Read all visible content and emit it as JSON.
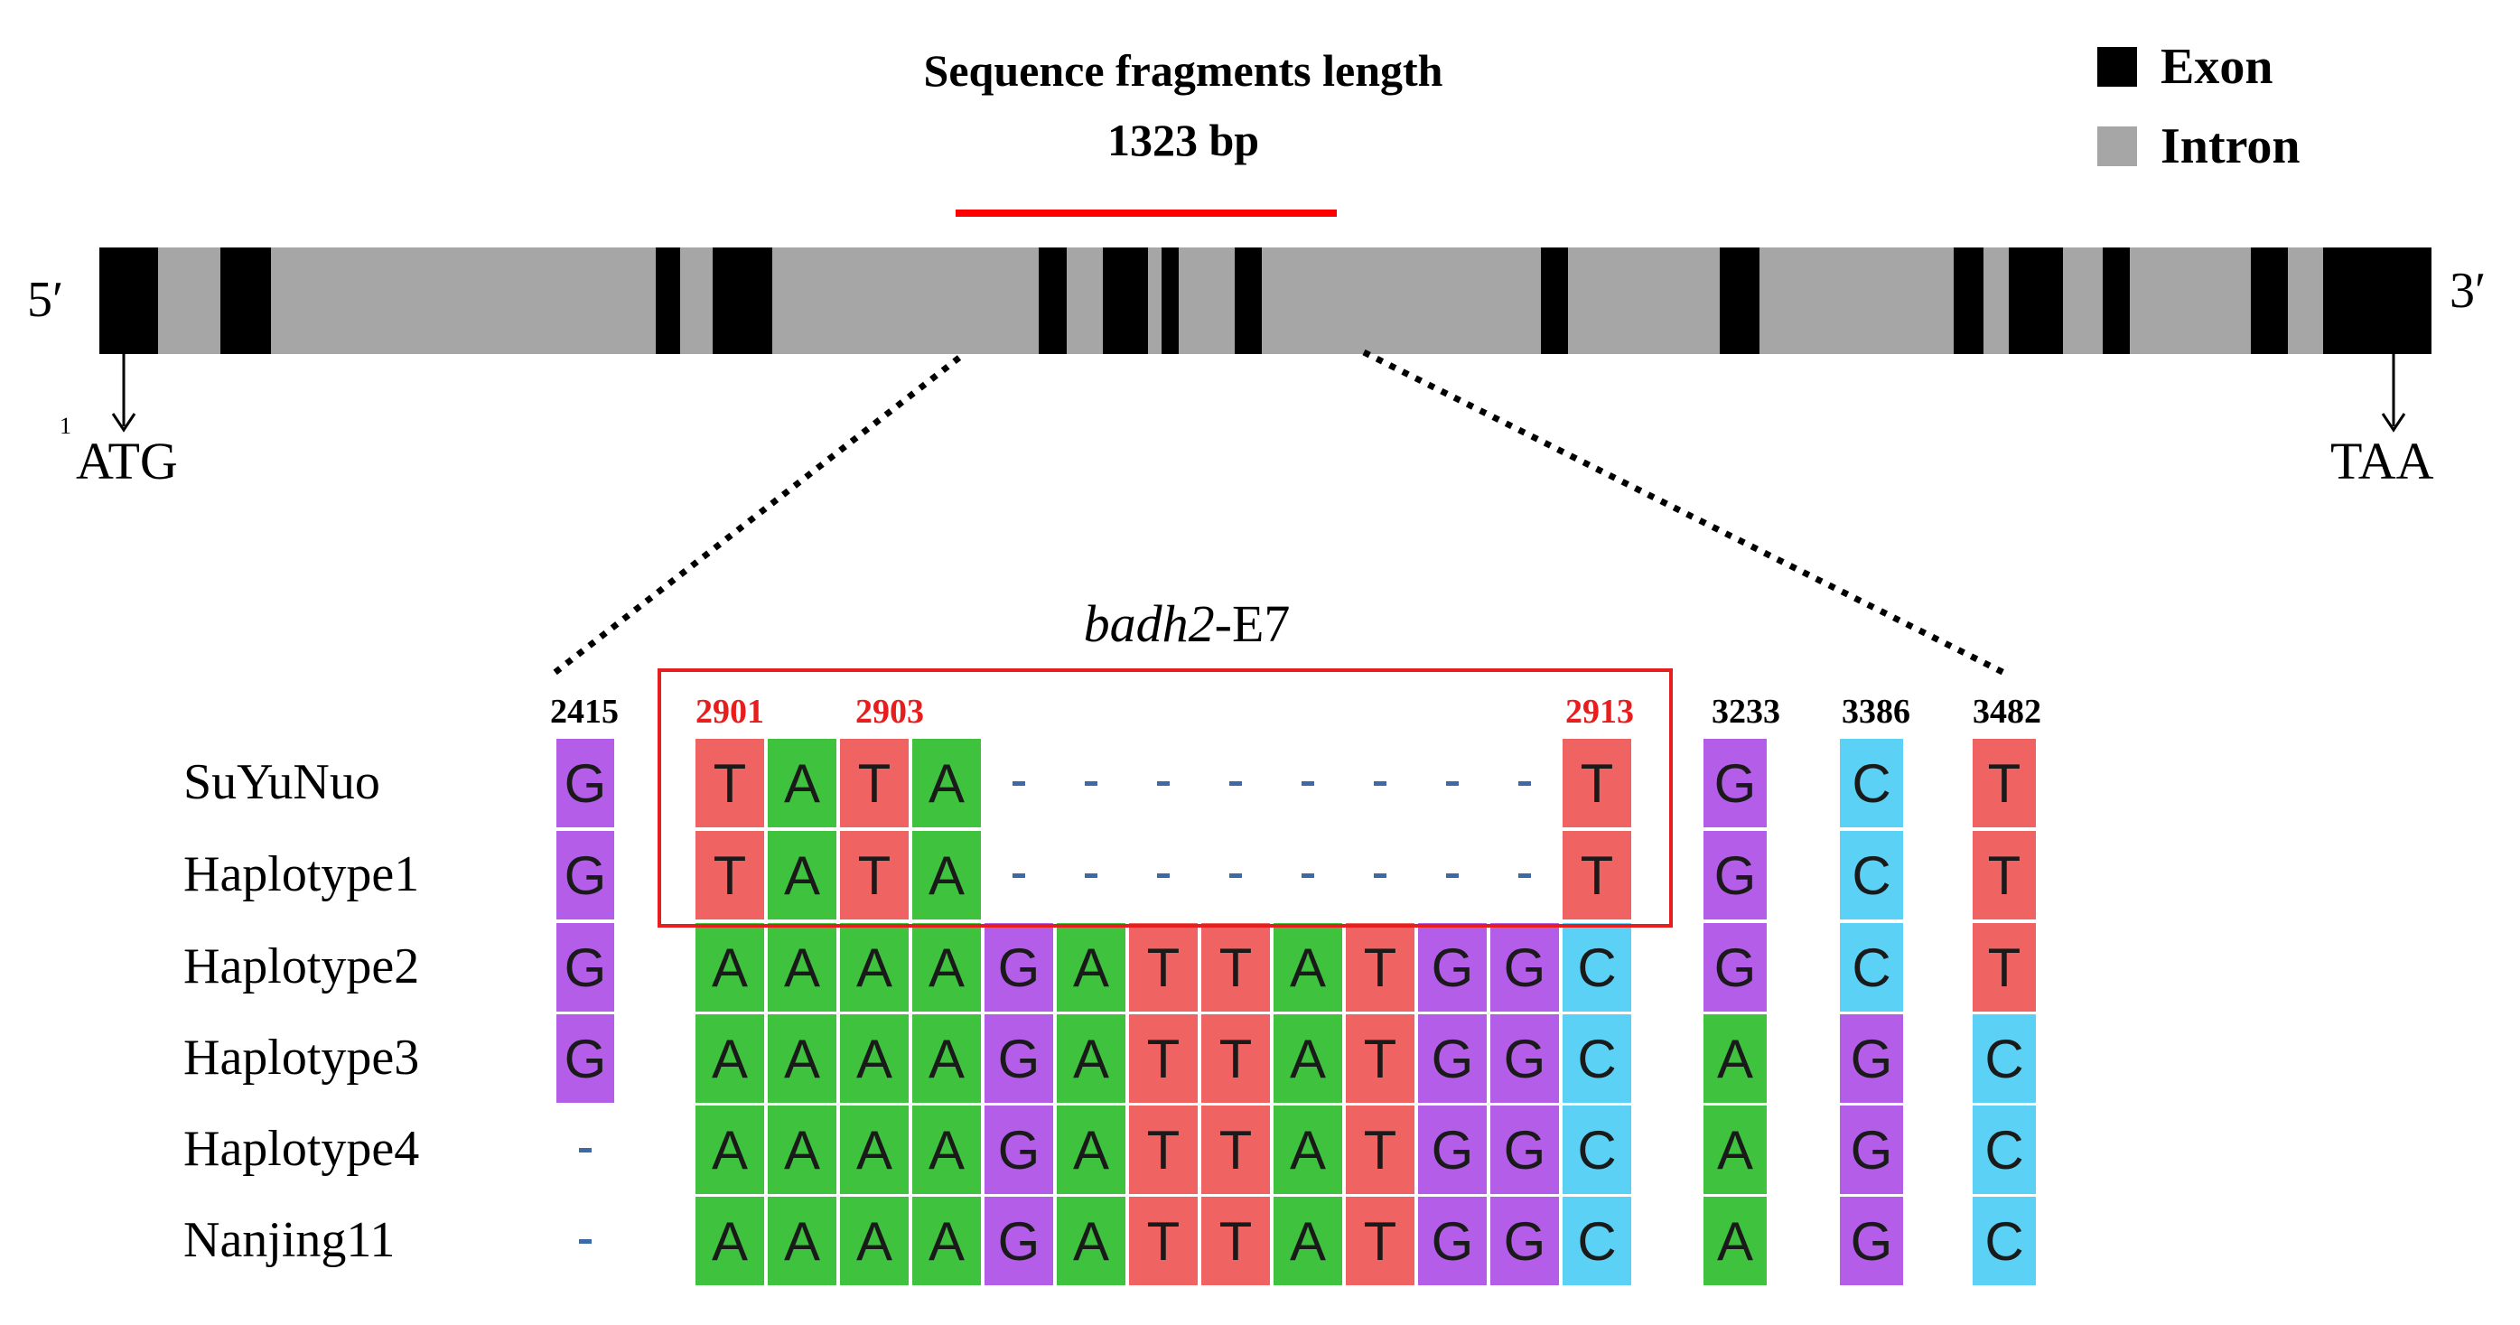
{
  "header": {
    "title": "Sequence fragments length",
    "length": "1323 bp"
  },
  "legend": [
    {
      "label": "Exon",
      "color": "#000000"
    },
    {
      "label": "Intron",
      "color": "#a6a6a6"
    }
  ],
  "gene": {
    "five_prime": "5′",
    "three_prime": "3′",
    "start_superscript": "1",
    "start_codon": "ATG",
    "stop_codon": "TAA",
    "fragment_color": "#ff0000"
  },
  "alignment": {
    "region_label_italic": "badh2",
    "region_label_suffix": "-E7",
    "highlight_color": "#e61e1e",
    "positions": [
      {
        "label": "2415",
        "color": "#000000"
      },
      {
        "label": "2901",
        "color": "#e61e1e"
      },
      {
        "label": "2903",
        "color": "#e61e1e"
      },
      {
        "label": "2913",
        "color": "#e61e1e"
      },
      {
        "label": "3233",
        "color": "#000000"
      },
      {
        "label": "3386",
        "color": "#000000"
      },
      {
        "label": "3482",
        "color": "#000000"
      }
    ],
    "nucleotide_colors": {
      "A": "#3fc33f",
      "T": "#ef6363",
      "G": "#b45de8",
      "C": "#5bd2f5",
      "-": "#ffffff"
    },
    "rows": [
      {
        "name": "SuYuNuo",
        "col2415": "G",
        "block": "TATA--------T",
        "col3233": "G",
        "col3386": "C",
        "col3482": "T"
      },
      {
        "name": "Haplotype1",
        "col2415": "G",
        "block": "TATA--------T",
        "col3233": "G",
        "col3386": "C",
        "col3482": "T"
      },
      {
        "name": "Haplotype2",
        "col2415": "G",
        "block": "AAAAGATTATGGC",
        "col3233": "G",
        "col3386": "C",
        "col3482": "T"
      },
      {
        "name": "Haplotype3",
        "col2415": "G",
        "block": "AAAAGATTATGGC",
        "col3233": "A",
        "col3386": "G",
        "col3482": "C"
      },
      {
        "name": "Haplotype4",
        "col2415": "-",
        "block": "AAAAGATTATGGC",
        "col3233": "A",
        "col3386": "G",
        "col3482": "C"
      },
      {
        "name": "Nanjing11",
        "col2415": "-",
        "block": "AAAAGATTATGGC",
        "col3233": "A",
        "col3386": "G",
        "col3482": "C"
      }
    ]
  }
}
